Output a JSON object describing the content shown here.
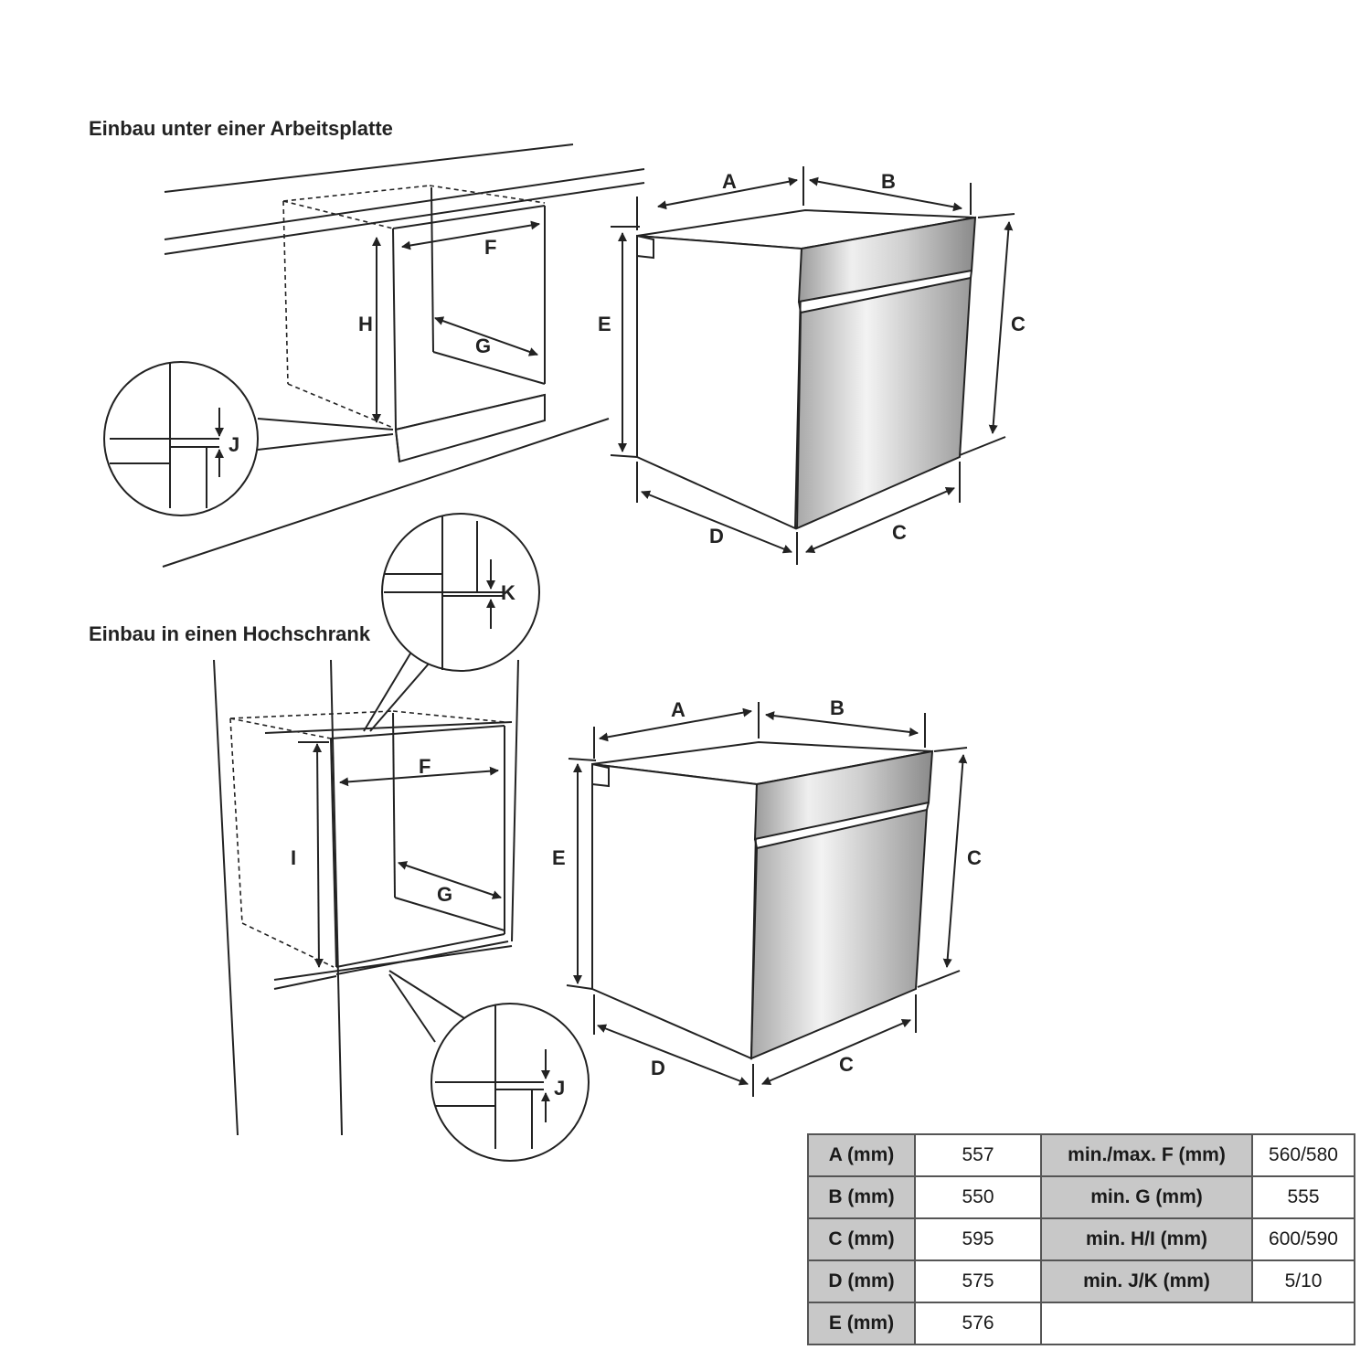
{
  "headings": {
    "top": "Einbau unter einer Arbeitsplatte",
    "bottom": "Einbau in einen Hochschrank"
  },
  "labels": {
    "A": "A",
    "B": "B",
    "C": "C",
    "D": "D",
    "E": "E",
    "F": "F",
    "G": "G",
    "H": "H",
    "I": "I",
    "J": "J",
    "K": "K"
  },
  "table": {
    "rows": [
      {
        "k1": "A (mm)",
        "v1": "557",
        "k2": "min./max. F (mm)",
        "v2": "560/580"
      },
      {
        "k1": "B (mm)",
        "v1": "550",
        "k2": "min. G (mm)",
        "v2": "555"
      },
      {
        "k1": "C (mm)",
        "v1": "595",
        "k2": "min. H/I (mm)",
        "v2": "600/590"
      },
      {
        "k1": "D (mm)",
        "v1": "575",
        "k2": "min. J/K (mm)",
        "v2": "5/10"
      },
      {
        "k1": "E (mm)",
        "v1": "576",
        "k2": "",
        "v2": ""
      }
    ]
  }
}
